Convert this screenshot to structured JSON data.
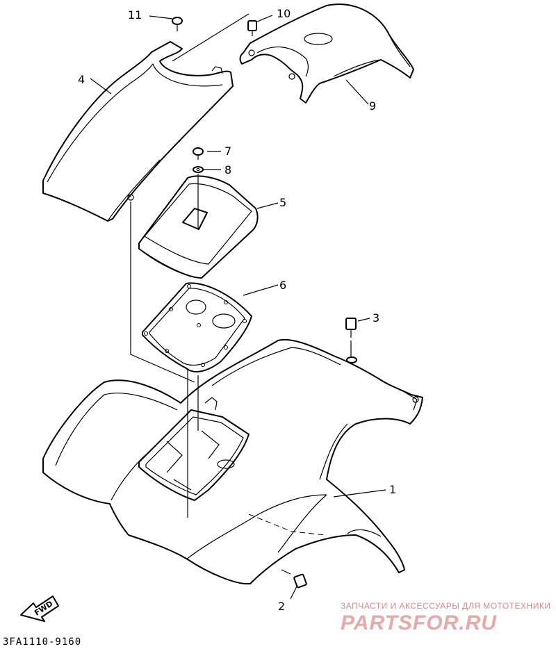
{
  "diagram": {
    "callouts": [
      {
        "id": "1",
        "label": "1"
      },
      {
        "id": "2",
        "label": "2"
      },
      {
        "id": "3",
        "label": "3"
      },
      {
        "id": "4",
        "label": "4"
      },
      {
        "id": "5",
        "label": "5"
      },
      {
        "id": "6",
        "label": "6"
      },
      {
        "id": "7",
        "label": "7"
      },
      {
        "id": "8",
        "label": "8"
      },
      {
        "id": "9",
        "label": "9"
      },
      {
        "id": "10",
        "label": "10"
      },
      {
        "id": "11",
        "label": "11"
      }
    ],
    "direction_label": "FWD",
    "drawing_code": "3FA1110-9160"
  },
  "watermark": {
    "tagline": "ЗАПЧАСТИ И АКСЕССУАРЫ ДЛЯ МОТОТЕХНИКИ",
    "logo": "PARTSFOR.RU"
  },
  "colors": {
    "line": "#000000",
    "background": "#ffffff",
    "watermark": "#e8a8a8"
  }
}
